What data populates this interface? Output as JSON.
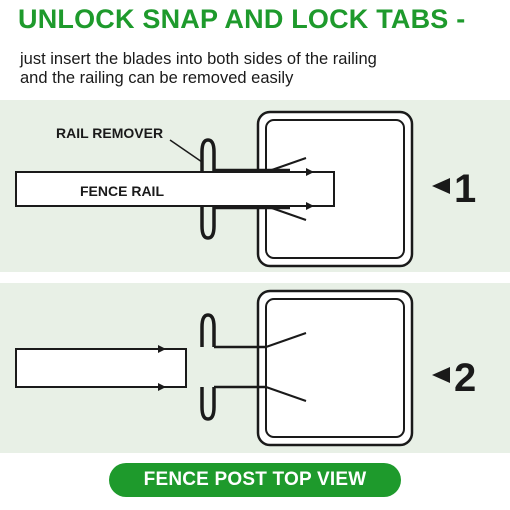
{
  "header": {
    "title": "UNLOCK SNAP AND LOCK TABS -",
    "subtitle_lines": [
      "just insert the blades into both sides of the railing",
      "and the railing can be removed easily"
    ]
  },
  "panel_1": {
    "label_remover": "RAIL REMOVER",
    "label_rail": "FENCE RAIL",
    "step": "1"
  },
  "panel_2": {
    "step": "2"
  },
  "footer": {
    "label": "FENCE POST TOP VIEW"
  },
  "colors": {
    "title": "#1e9a2c",
    "panel_bg": "#e8f0e6",
    "pill_bg": "#1e9a2c",
    "stroke": "#1a1a1a"
  }
}
